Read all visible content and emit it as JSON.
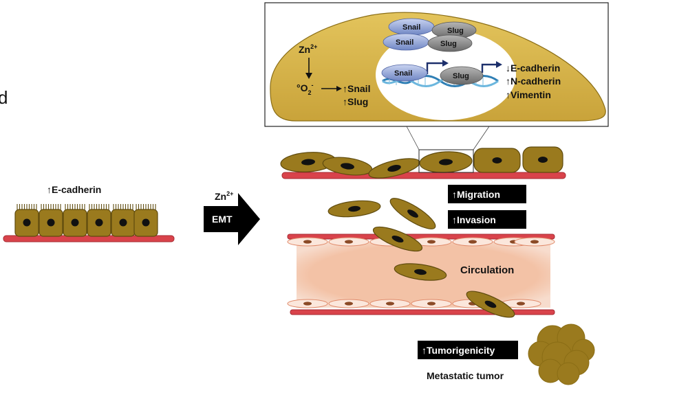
{
  "stray_text": "d",
  "left_panel": {
    "marker_label": "↑E-cadherin"
  },
  "transition": {
    "inducer": "Zn",
    "inducer_sup": "2+",
    "label": "EMT"
  },
  "inset": {
    "zinc": "Zn",
    "zinc_sup": "2+",
    "superoxide": "°O",
    "superoxide_sub": "2",
    "superoxide_sup": "-",
    "upregulated": [
      "↑Snail",
      "↑Slug"
    ],
    "proteins": [
      "Snail",
      "Slug",
      "Snail",
      "Slug"
    ],
    "dna_snail": "Snail",
    "dna_slug": "Slug",
    "targets": [
      "↓E-cadherin",
      "↑N-cadherin",
      "↑Vimentin"
    ]
  },
  "outcomes": {
    "migration": "↑Migration",
    "invasion": "↑Invasion",
    "tumorigenicity": "↑Tumorigenicity"
  },
  "circulation_label": "Circulation",
  "metastatic_label": "Metastatic tumor",
  "colors": {
    "cell_fill": "#9a7a1e",
    "cell_stroke": "#5e4a0e",
    "nucleus": "#111111",
    "membrane": "#d9434b",
    "inset_cell": "#d8b441",
    "vessel": "#f3c6ad",
    "endothelial": "#fbe7dc",
    "black_box": "#000000",
    "protein_blue": "#8ea2d6",
    "protein_gray": "#8a8a8a"
  }
}
